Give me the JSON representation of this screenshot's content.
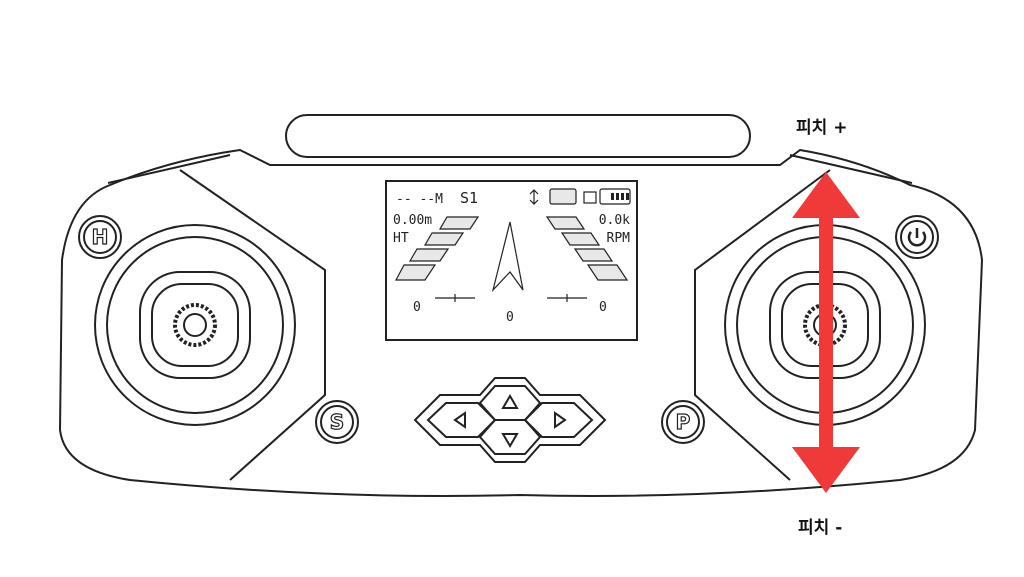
{
  "labels": {
    "pitch_up": "피치 +",
    "pitch_down": "피치 -"
  },
  "buttons": {
    "h": "H",
    "s": "S",
    "p": "P",
    "power": "power-icon"
  },
  "screen": {
    "status_left": "-- --M",
    "mode": "S1",
    "height_value": "0.00m",
    "height_label": "HT",
    "rpm_value": "0.0k",
    "rpm_label": "RPM",
    "left_trim": "0",
    "center_trim": "0",
    "right_trim": "0"
  },
  "colors": {
    "arrow": "#f03a3a",
    "outline": "#222222"
  }
}
